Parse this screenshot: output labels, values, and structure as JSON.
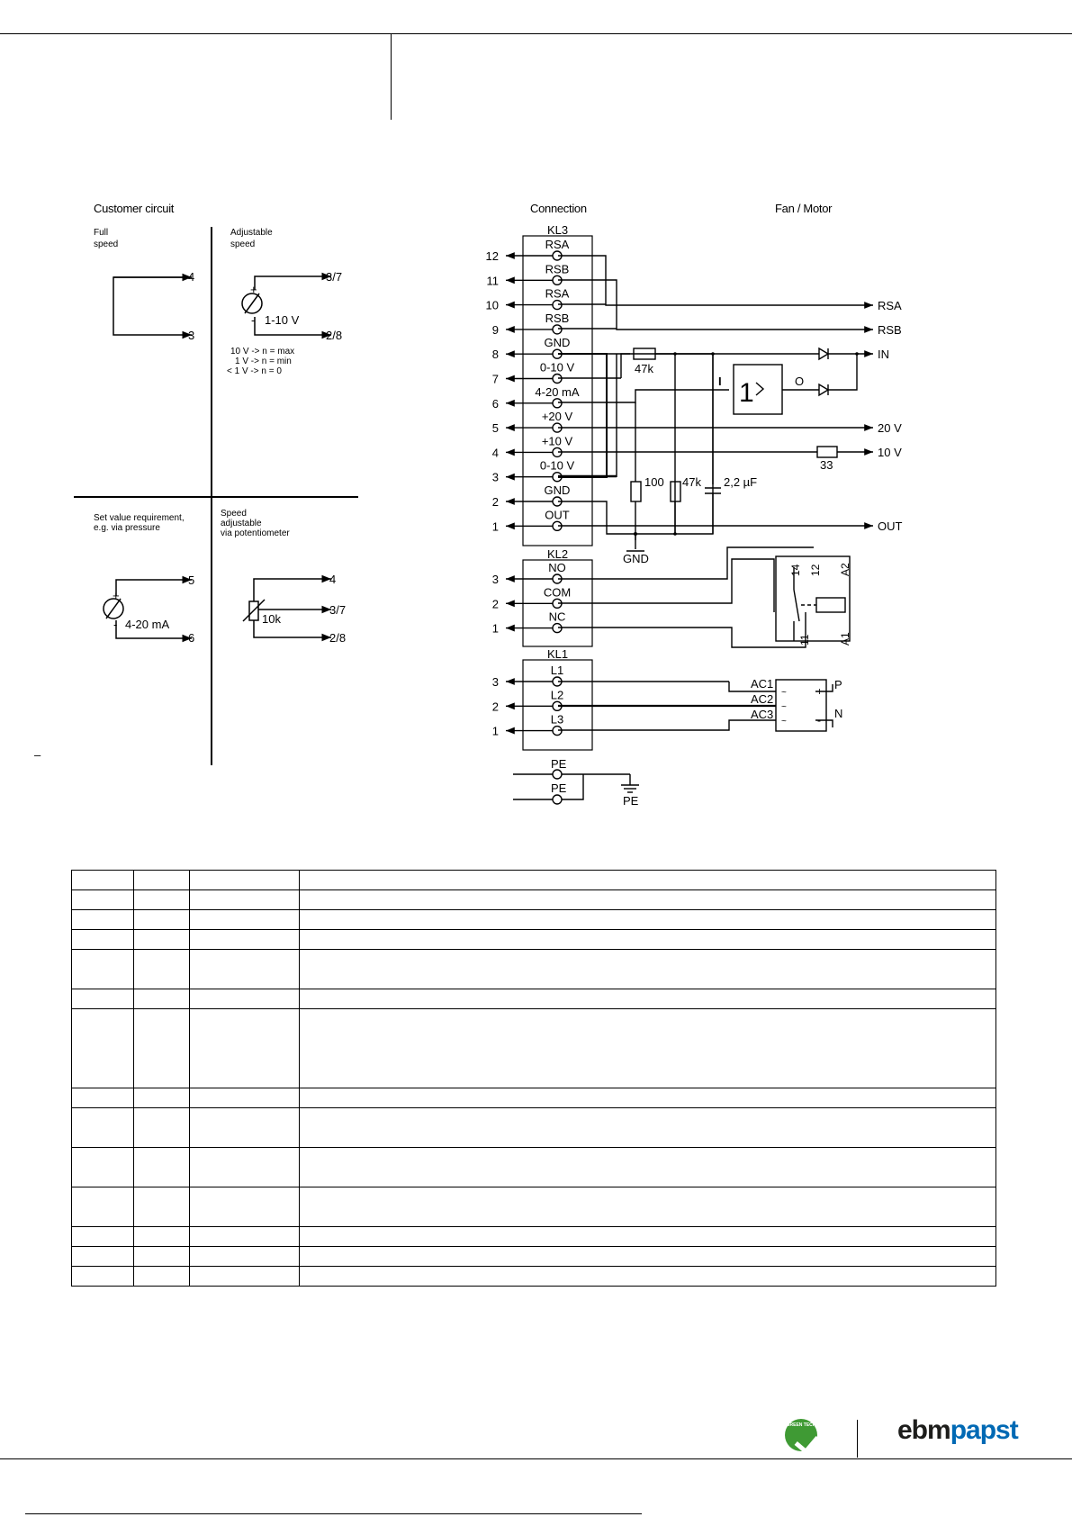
{
  "sections": {
    "customer_circuit": "Customer circuit",
    "connection": "Connection",
    "fan_motor": "Fan / Motor"
  },
  "customer": {
    "full_speed": [
      "Full",
      "speed"
    ],
    "adjustable_speed": [
      "Adjustable",
      "speed"
    ],
    "voltage_range": "1-10 V",
    "speed_rules": [
      "10 V -> n = max",
      "1 V -> n = min",
      "< 1 V -> n = 0"
    ],
    "set_value": [
      "Set value requirement,",
      "e.g. via pressure"
    ],
    "current_range": "4-20 mA",
    "speed_pot": [
      "Speed",
      "adjustable",
      "via potentiometer"
    ],
    "pot_value": "10k",
    "terms": {
      "t4": "4",
      "t3": "3",
      "t37": "3/7",
      "t28": "2/8",
      "t5": "5",
      "t6": "6",
      "plus": "+",
      "minus": "-"
    },
    "note": "–"
  },
  "kl3": {
    "label": "KL3",
    "rows": [
      {
        "num": "12",
        "name": "RSA"
      },
      {
        "num": "11",
        "name": "RSB"
      },
      {
        "num": "10",
        "name": "RSA"
      },
      {
        "num": "9",
        "name": "RSB"
      },
      {
        "num": "8",
        "name": "GND"
      },
      {
        "num": "7",
        "name": "0-10 V"
      },
      {
        "num": "6",
        "name": "4-20 mA"
      },
      {
        "num": "5",
        "name": "+20 V"
      },
      {
        "num": "4",
        "name": "+10 V"
      },
      {
        "num": "3",
        "name": "0-10 V"
      },
      {
        "num": "2",
        "name": "GND"
      },
      {
        "num": "1",
        "name": "OUT"
      }
    ]
  },
  "kl2": {
    "label": "KL2",
    "rows": [
      {
        "num": "3",
        "name": "NO"
      },
      {
        "num": "2",
        "name": "COM"
      },
      {
        "num": "1",
        "name": "NC"
      }
    ]
  },
  "kl1": {
    "label": "KL1",
    "rows": [
      {
        "num": "3",
        "name": "L1"
      },
      {
        "num": "2",
        "name": "L2"
      },
      {
        "num": "1",
        "name": "L3"
      }
    ]
  },
  "pe": {
    "top": "PE",
    "bottom": "PE",
    "ground": "PE"
  },
  "motor": {
    "rsa": "RSA",
    "rsb": "RSB",
    "in": "IN",
    "v20": "20 V",
    "v10": "10 V",
    "out": "OUT",
    "r47k_a": "47k",
    "r47k_b": "47k",
    "r100": "100",
    "r33": "33",
    "cap": "2,2 µF",
    "gnd": "GND",
    "amp_num": "1",
    "amp_in": "I",
    "amp_out": "O",
    "relay_14": "14",
    "relay_12": "12",
    "relay_11": "11",
    "relay_a2": "A2",
    "relay_a1": "A1",
    "ac1": "AC1",
    "ac2": "AC2",
    "ac3": "AC3",
    "rect_p": "P",
    "rect_n": "N",
    "rect_plus": "+",
    "rect_minus": "-",
    "rect_tilde": "~"
  },
  "brand": {
    "part1": "ebm",
    "part2": "papst",
    "badge": "GREEN TECH"
  }
}
